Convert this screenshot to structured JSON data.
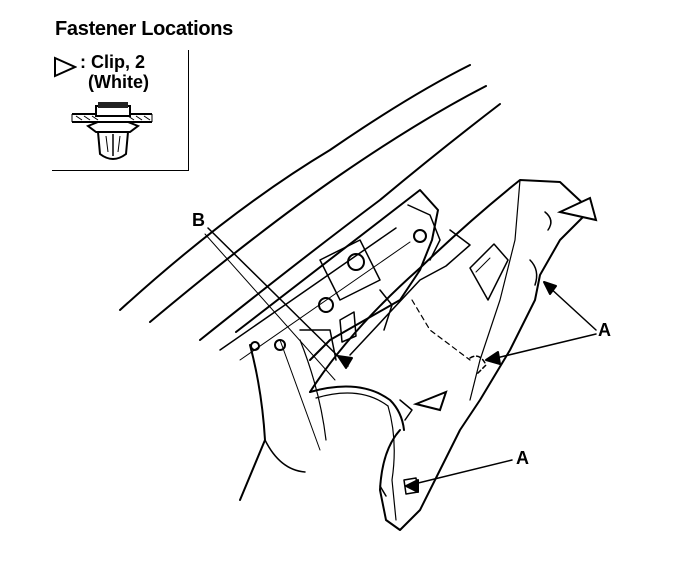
{
  "title": "Fastener Locations",
  "legend": {
    "symbol": "triangle-outline-icon",
    "label": ": Clip, 2",
    "color_note": "(White)"
  },
  "callouts": {
    "b": "B",
    "a_upper": "A",
    "a_lower": "A"
  }
}
